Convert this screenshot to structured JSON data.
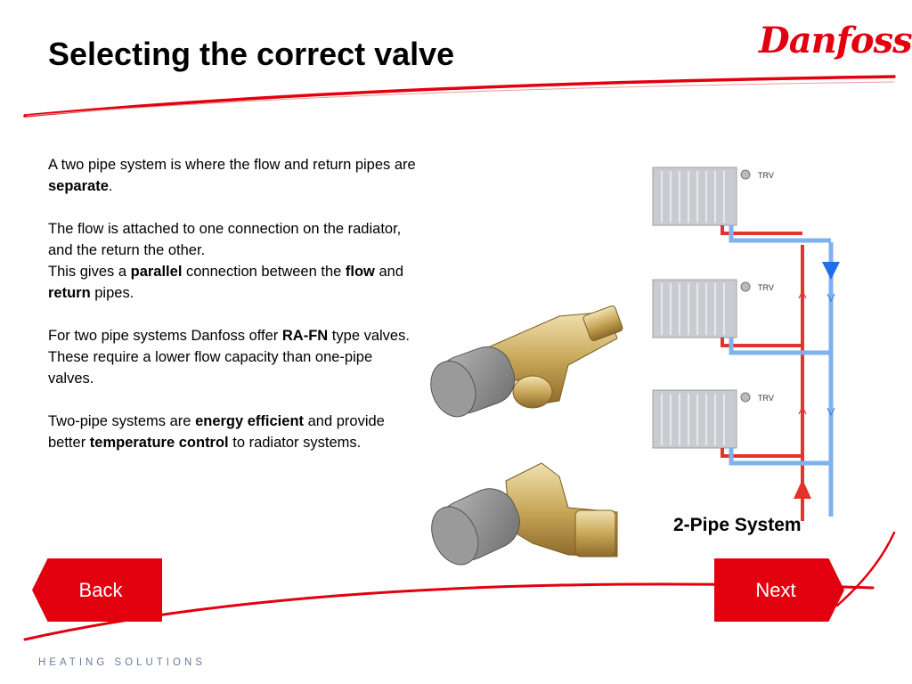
{
  "slide": {
    "title": "Selecting the correct valve",
    "brand": "Danfoss",
    "colors": {
      "brand_red": "#e2000f",
      "flow_red": "#e3342b",
      "return_blue": "#3b82e6",
      "footer_blue": "#6a7b9c"
    }
  },
  "content": {
    "p1": {
      "t1": "A two pipe system is where the flow and return pipes are ",
      "b1": "separate",
      "t2": "."
    },
    "p2": {
      "t1": "The flow is attached to one connection on the radiator, and the return the other."
    },
    "p3": {
      "t1": "This gives a ",
      "b1": "parallel",
      "t2": " connection between the ",
      "b2": "flow",
      "t3": " and ",
      "b3": "return",
      "t4": " pipes."
    },
    "p4": {
      "t1": "For two pipe systems Danfoss offer ",
      "b1": "RA-FN",
      "t2": " type valves. These require a lower flow capacity than one-pipe valves."
    },
    "p5": {
      "t1": "Two-pipe systems are ",
      "b1": "energy efficient",
      "t2": " and provide better ",
      "b2": "temperature control",
      "t3": " to radiator systems."
    }
  },
  "diagram": {
    "caption": "2-Pipe System",
    "radiator_labels": [
      "TRV",
      "TRV",
      "TRV"
    ]
  },
  "nav": {
    "back_label": "Back",
    "next_label": "Next"
  },
  "footer": {
    "text": "HEATING SOLUTIONS"
  }
}
